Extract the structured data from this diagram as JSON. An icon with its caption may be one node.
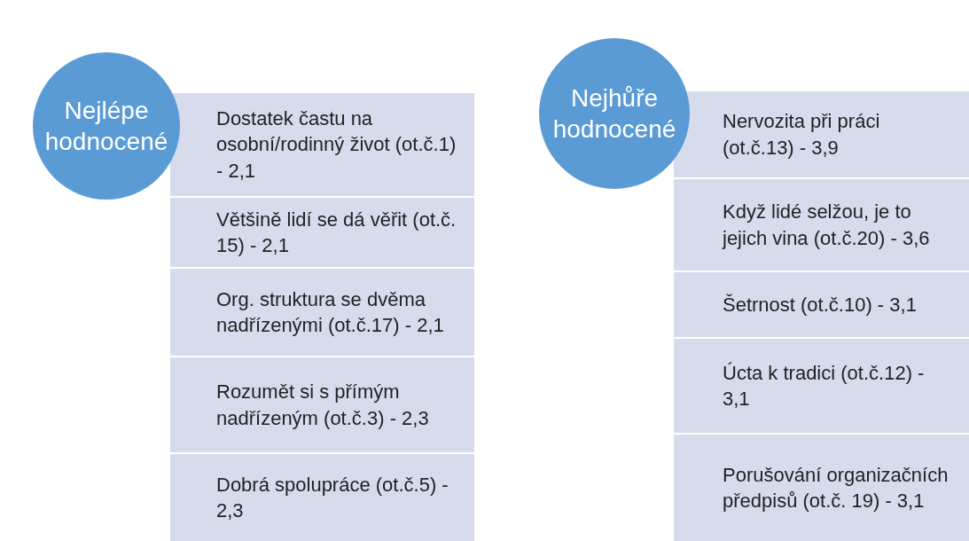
{
  "diagram": {
    "nodes": [
      {
        "text": [
          "Nejlépe hodnocené"
        ]
      },
      {
        "text": [
          "Dostatek častu na osobní/rodinný život (ot.č.1) - 2,1"
        ]
      },
      {
        "text": [
          "Většině lidí se dá věřit (ot.č. 15) - 2,1"
        ]
      },
      {
        "text": [
          "Org. struktura se dvěma nadřízenými (ot.č.17) - 2,1"
        ]
      },
      {
        "text": [
          "Rozumět si s přímým nadřízeným (ot.č.3) - 2,3"
        ]
      },
      {
        "text": [
          "Dobrá spolupráce (ot.č.5) - 2,3"
        ]
      },
      {
        "text": [
          "Nejhůře hodnocené"
        ]
      },
      {
        "text": [
          "Nervozita při práci (ot.č.13) - 3,9"
        ]
      },
      {
        "text": [
          "Když lidé selžou, je to jejich vina (ot.č.20) - 3,6"
        ]
      },
      {
        "text": [
          "Šetrnost (ot.č.10) - 3,1"
        ]
      },
      {
        "text": [
          "Úcta k tradici (ot.č.12) - 3,1"
        ]
      },
      {
        "text": [
          "Porušování organizačních předpisů (ot.č. 19) - 3,1"
        ]
      }
    ],
    "edges": []
  }
}
